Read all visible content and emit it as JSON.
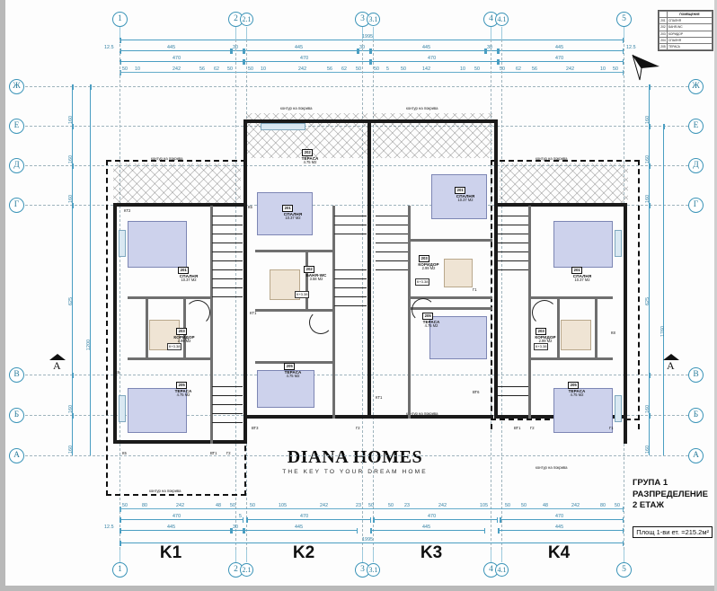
{
  "document": {
    "title_lines": [
      "ГРУПА 1",
      "РАЗПРЕДЕЛЕНИЕ",
      "2 ЕТАЖ"
    ],
    "area_note": "Площ 1-ви ет. =215.2м²"
  },
  "logo": {
    "name": "DIANA HOMES",
    "tagline": "THE KEY TO YOUR DREAM HOME"
  },
  "legend": {
    "header": "ПОМЕЩЕНИЕ",
    "rows": [
      {
        "num": "201",
        "name": "СПАЛНЯ"
      },
      {
        "num": "202",
        "name": "БАНЯ-WC"
      },
      {
        "num": "203",
        "name": "КОРИДОР"
      },
      {
        "num": "204",
        "name": "СПАЛНЯ"
      },
      {
        "num": "205",
        "name": "ТЕРАСА"
      }
    ]
  },
  "apartments": [
    {
      "label": "K1"
    },
    {
      "label": "K2"
    },
    {
      "label": "K3"
    },
    {
      "label": "K4"
    }
  ],
  "grid": {
    "top": [
      "1",
      "2",
      "2.1",
      "3",
      "3.1",
      "4",
      "4.1",
      "5"
    ],
    "bottom": [
      "1",
      "2",
      "2.1",
      "3",
      "3.1",
      "4",
      "4.1",
      "5"
    ],
    "left": [
      "Ж",
      "Е",
      "Д",
      "Г",
      "В",
      "Б",
      "А"
    ],
    "right": [
      "Ж",
      "Е",
      "Д",
      "Г",
      "В",
      "Б",
      "А"
    ],
    "section_mark": "A"
  },
  "dimensions": {
    "top_outer": [
      "12.5",
      "445",
      "30",
      "445",
      "30",
      "445",
      "30",
      "445",
      "12.5"
    ],
    "top_mid": [
      "470",
      "470",
      "470",
      "470"
    ],
    "top_inner": [
      "50",
      "10",
      "242",
      "56",
      "62",
      "50",
      "50",
      "10",
      "242",
      "56",
      "62",
      "50",
      "50",
      "5",
      "50",
      "56",
      "62",
      "142",
      "10",
      "50",
      "50",
      "62",
      "56",
      "242",
      "10",
      "50"
    ],
    "bottom_inner": [
      "50",
      "80",
      "242",
      "48",
      "50",
      "50",
      "105",
      "242",
      "23",
      "50",
      "50",
      "23",
      "242",
      "105",
      "50",
      "50",
      "48",
      "242",
      "80",
      "50"
    ],
    "bottom_mid": [
      "470",
      "5",
      "470"
    ],
    "bottom_outer": [
      "12.5",
      "445",
      "30",
      "445"
    ],
    "left_vertical": [
      "12.5",
      "160",
      "160",
      "160",
      "625",
      "160",
      "160",
      "12.5",
      "1200"
    ],
    "right_vertical": [
      "12.5",
      "160",
      "160",
      "160",
      "625",
      "160",
      "160",
      "12.5",
      "1760"
    ],
    "top_span": "1995",
    "bottom_span": "1995"
  },
  "rooms": [
    {
      "num": "201",
      "name": "СПАЛНЯ",
      "area": "10.37 М2"
    },
    {
      "num": "203",
      "name": "КОРИДОР",
      "area": "2.99 М2",
      "level": "+3.38"
    },
    {
      "num": "204",
      "name": "СПАЛНЯ",
      "area": "12.92 М2"
    },
    {
      "num": "205",
      "name": "ТЕРАСА",
      "area": "4.75 М2"
    },
    {
      "num": "202",
      "name": "БАНЯ-WC",
      "area": "3.58 М2"
    }
  ],
  "annotations": {
    "roof_contour": "контур на покрива",
    "level_marks": [
      "±0.00 +3.38",
      "К+3.38"
    ],
    "door_tags": [
      "В1",
      "В2",
      "ВТ1",
      "ВТ2",
      "ВТ3",
      "ВТ4",
      "ВТ5",
      "ВТ6",
      "К1",
      "К2",
      "К5",
      "К6",
      "К8",
      "Г1",
      "Г2",
      "Т-2",
      "КТ1",
      "КТ2"
    ]
  },
  "colors": {
    "cad_blue": "#3b94b8",
    "dim_blue": "#4a9ec2",
    "wall": "#1a1a1a",
    "bedroom_fill": "#cdd2ec",
    "glass_fill": "#d9e8f2",
    "tile_fill": "#efe4d4"
  }
}
